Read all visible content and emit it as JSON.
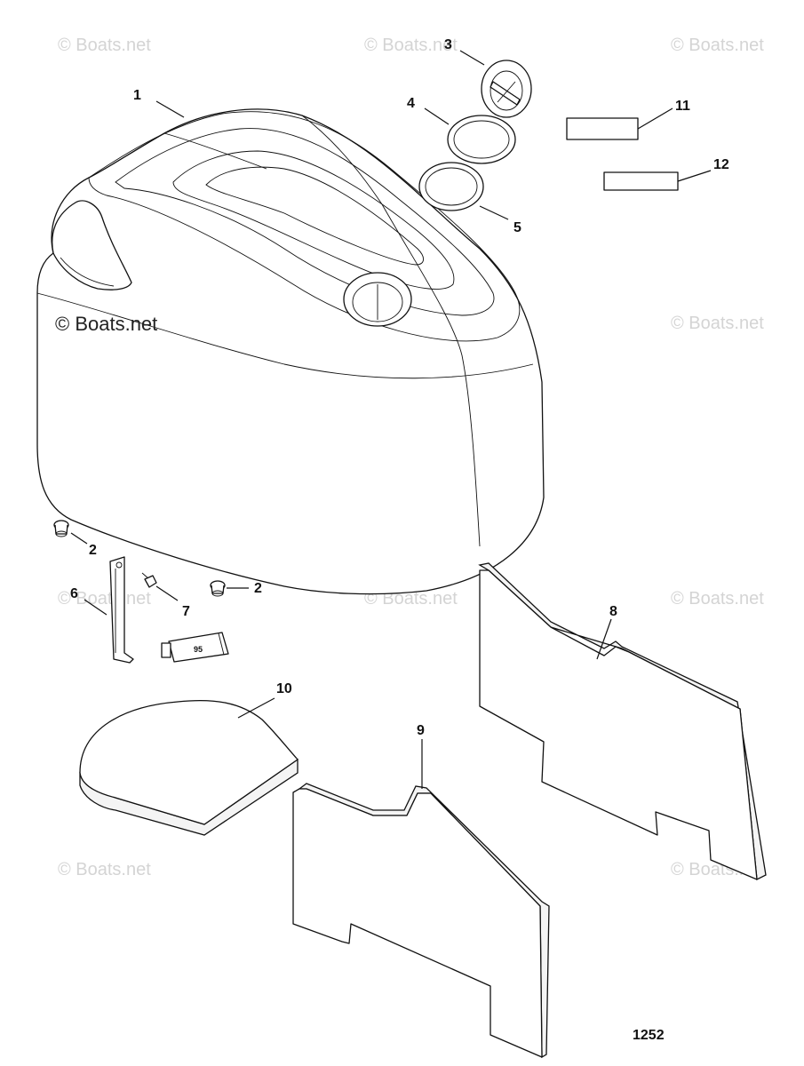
{
  "watermarks": {
    "text": "© Boats.net",
    "highlight": "© Boats.net"
  },
  "callouts": {
    "c1": "1",
    "c2a": "2",
    "c2b": "2",
    "c3": "3",
    "c4": "4",
    "c5": "5",
    "c6": "6",
    "c7": "7",
    "c8": "8",
    "c9": "9",
    "c10": "10",
    "c11": "11",
    "c12": "12"
  },
  "tube_label": "95",
  "diagram_number": "1252"
}
